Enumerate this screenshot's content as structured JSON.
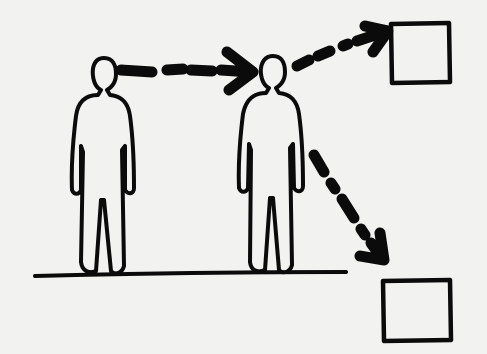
{
  "diagram": {
    "background_color": "#f2f2f1",
    "ink_color": "#0b0b0b",
    "style": "hand-drawn sketch",
    "nodes": [
      {
        "id": "observer",
        "kind": "person"
      },
      {
        "id": "intermediary",
        "kind": "person"
      },
      {
        "id": "target-top",
        "kind": "square"
      },
      {
        "id": "target-bottom",
        "kind": "square"
      }
    ],
    "edges": [
      {
        "from": "observer",
        "to": "intermediary",
        "line": "dashed",
        "head": "arrow"
      },
      {
        "from": "intermediary",
        "to": "target-top",
        "line": "dash-dot",
        "head": "arrow"
      },
      {
        "from": "intermediary",
        "to": "target-bottom",
        "line": "dash-dot",
        "head": "arrow"
      }
    ]
  }
}
